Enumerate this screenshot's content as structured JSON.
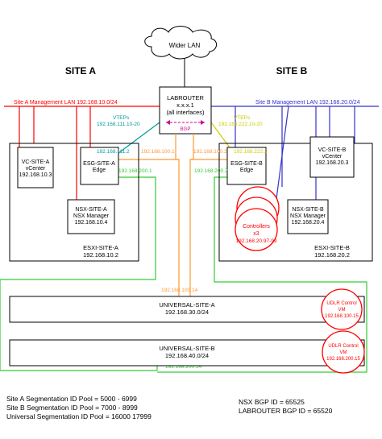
{
  "cloud": {
    "label": "Wider LAN"
  },
  "sites": {
    "a": "SITE A",
    "b": "SITE B"
  },
  "labrouter": {
    "title": "LABROUTER",
    "addr": "x.x.x.1",
    "note": "(all interfaces)",
    "bgp": "BGP"
  },
  "mgmt": {
    "a": "Site A Management LAN 192.168.10.0/24",
    "b": "Site B Management LAN 192.168.20.0/24"
  },
  "vteps": {
    "a_label": "VTEPs",
    "a_net": "192.168.111.10-20",
    "b_label": "VTEPs",
    "b_net": "192.168.222.10-20"
  },
  "ips": {
    "esg_a_vtep": "192.168.111.2",
    "esg_b_vtep": "192.168.222.2",
    "esg_a_uplink": "192.168.100.1",
    "esg_b_uplink": "192.168.100.2",
    "esg_a_transit": "192.168.200.1",
    "esg_b_transit": "192.168.200.2",
    "universal_a_link": "192.168.100.14",
    "universal_b_link": "192.168.200.14"
  },
  "nodes": {
    "vc_a": [
      "VC-SITE-A",
      "vCenter",
      "192.168.10.3"
    ],
    "esg_a": [
      "ESG-SITE-A",
      "Edge"
    ],
    "nsx_a": [
      "NSX-SITE-A",
      "NSX Manager",
      "192.168.10.4"
    ],
    "esxi_a": [
      "ESXI-SITE-A",
      "192.168.10.2"
    ],
    "esg_b": [
      "ESG-SITE-B",
      "Edge"
    ],
    "vc_b": [
      "VC-SITE-B",
      "vCenter",
      "192.168.20.3"
    ],
    "nsx_b": [
      "NSX-SITE-B",
      "NSX Manager",
      "192.168.20.4"
    ],
    "esxi_b": [
      "ESXI-SITE-B",
      "192.168.20.2"
    ],
    "controllers": [
      "Controllers",
      "x3",
      "192.168.20.97-99"
    ],
    "universal_a": [
      "UNIVERSAL-SITE-A",
      "192.168.30.0/24"
    ],
    "universal_b": [
      "UNIVERSAL-SITE-B",
      "192.168.40.0/24"
    ],
    "udlr_a": [
      "UDLR Control",
      "VM",
      "192.168.100.15"
    ],
    "udlr_b": [
      "UDLR Control",
      "VM",
      "192.168.200.15"
    ]
  },
  "footer": {
    "pool_a": "Site A Segmentation ID Pool = 5000 - 6999",
    "pool_b": "Site B Segmentation ID Pool = 7000 - 8999",
    "pool_u": "Universal Segmentation ID Pool = 16000 17999",
    "nsx_bgp": "NSX BGP ID = 65525",
    "lab_bgp": "LABROUTER BGP ID = 65520"
  },
  "colors": {
    "red": "#ff0000",
    "blue": "#3333cc",
    "orange": "#ff9933",
    "green": "#33cc33",
    "teal": "#009999",
    "yellow": "#cccc00",
    "magenta": "#cc0099"
  }
}
